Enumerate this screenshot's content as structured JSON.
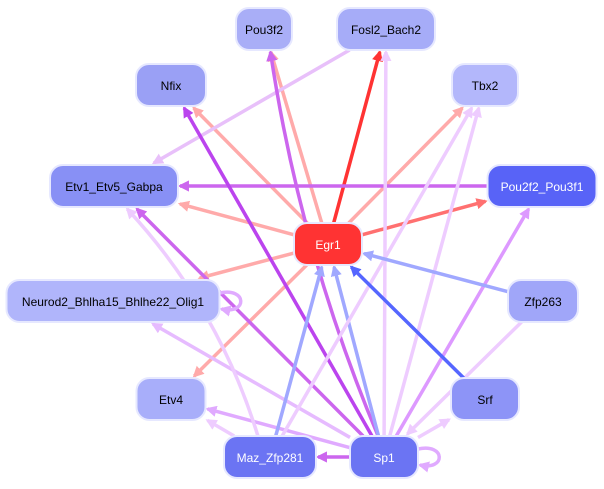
{
  "nodes": [
    {
      "id": "Pou3f2",
      "label": "Pou3f2",
      "fill": "#a9aef7",
      "text": "#000000"
    },
    {
      "id": "Fosl2_Bach2",
      "label": "Fosl2_Bach2",
      "fill": "#a6acf8",
      "text": "#000000"
    },
    {
      "id": "Nfix",
      "label": "Nfix",
      "fill": "#9aa0f5",
      "text": "#000000"
    },
    {
      "id": "Tbx2",
      "label": "Tbx2",
      "fill": "#b3b7fb",
      "text": "#000000"
    },
    {
      "id": "Etv1_Etv5_Gabpa",
      "label": "Etv1_Etv5_Gabpa",
      "fill": "#8890f5",
      "text": "#000000"
    },
    {
      "id": "Pou2f2_Pou3f1",
      "label": "Pou2f2_Pou3f1",
      "fill": "#5863f7",
      "text": "#ffffff"
    },
    {
      "id": "Egr1",
      "label": "Egr1",
      "fill": "#ff3333",
      "text": "#ffffff"
    },
    {
      "id": "Neurod2_Bhlha15_Bhlhe22_Olig1",
      "label": "Neurod2_Bhlha15_Bhlhe22_Olig1",
      "fill": "#b0b5fb",
      "text": "#000000"
    },
    {
      "id": "Zfp263",
      "label": "Zfp263",
      "fill": "#a0a6f9",
      "text": "#000000"
    },
    {
      "id": "Etv4",
      "label": "Etv4",
      "fill": "#a8aefa",
      "text": "#000000"
    },
    {
      "id": "Srf",
      "label": "Srf",
      "fill": "#8d94f7",
      "text": "#000000"
    },
    {
      "id": "Maz_Zfp281",
      "label": "Maz_Zfp281",
      "fill": "#6b74f3",
      "text": "#ffffff"
    },
    {
      "id": "Sp1",
      "label": "Sp1",
      "fill": "#6b74f3",
      "text": "#ffffff"
    }
  ],
  "edges": [
    {
      "from": "Egr1",
      "to": "Pou3f2",
      "color": "#ffaaaa"
    },
    {
      "from": "Egr1",
      "to": "Fosl2_Bach2",
      "color": "#ff3333"
    },
    {
      "from": "Egr1",
      "to": "Nfix",
      "color": "#ffaaaa"
    },
    {
      "from": "Egr1",
      "to": "Tbx2",
      "color": "#ffaaaa"
    },
    {
      "from": "Egr1",
      "to": "Etv1_Etv5_Gabpa",
      "color": "#ffaaaa"
    },
    {
      "from": "Egr1",
      "to": "Pou2f2_Pou3f1",
      "color": "#ff7070"
    },
    {
      "from": "Egr1",
      "to": "Neurod2_Bhlha15_Bhlhe22_Olig1",
      "color": "#ffaaaa"
    },
    {
      "from": "Egr1",
      "to": "Etv4",
      "color": "#ffaaaa"
    },
    {
      "from": "Fosl2_Bach2",
      "to": "Etv1_Etv5_Gabpa",
      "color": "#e8c0fa"
    },
    {
      "from": "Pou2f2_Pou3f1",
      "to": "Etv1_Etv5_Gabpa",
      "color": "#cc66ee"
    },
    {
      "from": "Sp1",
      "to": "Pou3f2",
      "color": "#cc66ee"
    },
    {
      "from": "Sp1",
      "to": "Nfix",
      "color": "#bb44ee"
    },
    {
      "from": "Sp1",
      "to": "Etv1_Etv5_Gabpa",
      "color": "#cc66ee"
    },
    {
      "from": "Sp1",
      "to": "Fosl2_Bach2",
      "color": "#eeccff"
    },
    {
      "from": "Sp1",
      "to": "Tbx2",
      "color": "#eeccff"
    },
    {
      "from": "Sp1",
      "to": "Pou2f2_Pou3f1",
      "color": "#dd99ff"
    },
    {
      "from": "Sp1",
      "to": "Egr1",
      "color": "#a0a8ff"
    },
    {
      "from": "Sp1",
      "to": "Neurod2_Bhlha15_Bhlhe22_Olig1",
      "color": "#e6bbff"
    },
    {
      "from": "Sp1",
      "to": "Etv4",
      "color": "#e0aaff"
    },
    {
      "from": "Sp1",
      "to": "Maz_Zfp281",
      "color": "#cc66ee"
    },
    {
      "from": "Sp1",
      "to": "Sp1",
      "color": "#e0aaff"
    },
    {
      "from": "Sp1",
      "to": "Srf",
      "color": "#eeccff"
    },
    {
      "from": "Maz_Zfp281",
      "to": "Egr1",
      "color": "#a0a8ff"
    },
    {
      "from": "Maz_Zfp281",
      "to": "Tbx2",
      "color": "#eeccff"
    },
    {
      "from": "Maz_Zfp281",
      "to": "Etv4",
      "color": "#eeccff"
    },
    {
      "from": "Maz_Zfp281",
      "to": "Etv1_Etv5_Gabpa",
      "color": "#eeccff"
    },
    {
      "from": "Zfp263",
      "to": "Egr1",
      "color": "#a0a8ff"
    },
    {
      "from": "Zfp263",
      "to": "Sp1",
      "color": "#eeccff"
    },
    {
      "from": "Srf",
      "to": "Egr1",
      "color": "#5566ff"
    },
    {
      "from": "Neurod2_Bhlha15_Bhlhe22_Olig1",
      "to": "Neurod2_Bhlha15_Bhlhe22_Olig1",
      "color": "#e0aaff"
    }
  ]
}
